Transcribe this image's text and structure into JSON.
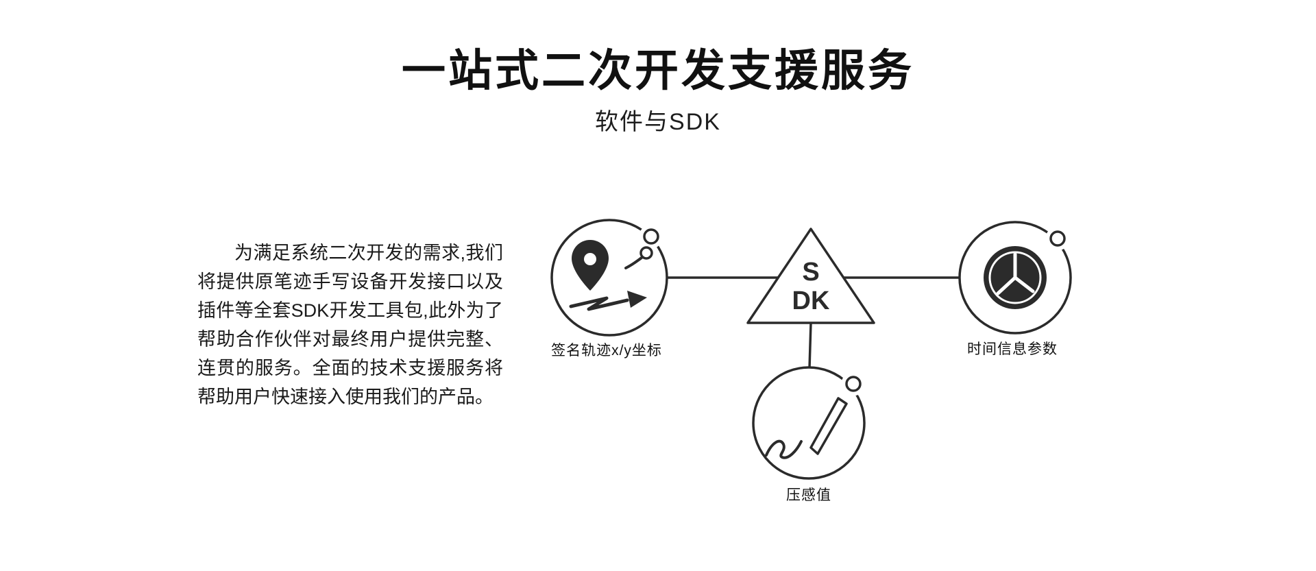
{
  "header": {
    "title": "一站式二次开发支援服务",
    "subtitle": "软件与SDK"
  },
  "intro": {
    "text": "为满足系统二次开发的需求,我们将提供原笔迹手写设备开发接口以及插件等全套SDK开发工具包,此外为了帮助合作伙伴对最终用户提供完整、连贯的服务。全面的技术支援服务将帮助用户快速接入使用我们的产品。"
  },
  "diagram": {
    "sdk_line1": "S",
    "sdk_line2": "DK",
    "nodes": [
      {
        "id": "signature",
        "label": "签名轨迹x/y坐标",
        "icon": "signature-route-icon"
      },
      {
        "id": "time",
        "label": "时间信息参数",
        "icon": "clock-icon"
      },
      {
        "id": "pressure",
        "label": "压感值",
        "icon": "pressure-pen-icon"
      }
    ],
    "colors": {
      "stroke": "#2b2b2b",
      "background": "#ffffff"
    }
  }
}
